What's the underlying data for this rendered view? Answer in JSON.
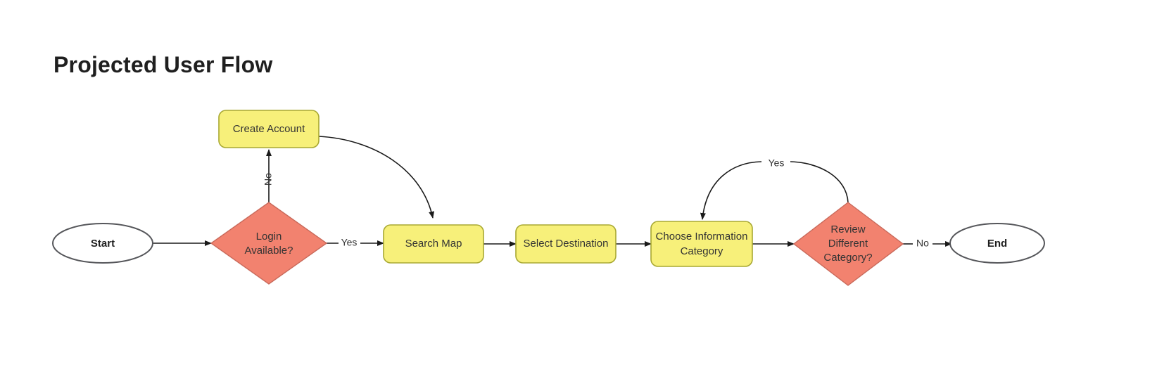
{
  "title": "Projected User Flow",
  "theme": {
    "background": "#ffffff",
    "process_fill": "#f7f07a",
    "process_stroke": "#a8a832",
    "decision_fill": "#f2826f",
    "decision_stroke": "#c96a5b",
    "terminal_fill": "#ffffff",
    "terminal_stroke": "#55565a",
    "edge_color": "#1a1a1a",
    "label_color": "#333333",
    "title_color": "#1f1f1f"
  },
  "nodes": [
    {
      "id": "start",
      "label": "Start",
      "type": "terminal"
    },
    {
      "id": "login",
      "label_line1": "Login",
      "label_line2": "Available?",
      "type": "decision"
    },
    {
      "id": "create",
      "label": "Create Account",
      "type": "process"
    },
    {
      "id": "search",
      "label": "Search Map",
      "type": "process"
    },
    {
      "id": "destination",
      "label": "Select Destination",
      "type": "process"
    },
    {
      "id": "category",
      "label_line1": "Choose Information",
      "label_line2": "Category",
      "type": "process"
    },
    {
      "id": "review",
      "label_line1": "Review",
      "label_line2": "Different",
      "label_line3": "Category?",
      "type": "decision"
    },
    {
      "id": "end",
      "label": "End",
      "type": "terminal"
    }
  ],
  "edges": [
    {
      "from": "start",
      "to": "login",
      "label": ""
    },
    {
      "from": "login",
      "to": "create",
      "label": "No"
    },
    {
      "from": "login",
      "to": "search",
      "label": "Yes"
    },
    {
      "from": "create",
      "to": "search",
      "label": ""
    },
    {
      "from": "search",
      "to": "destination",
      "label": ""
    },
    {
      "from": "destination",
      "to": "category",
      "label": ""
    },
    {
      "from": "category",
      "to": "review",
      "label": ""
    },
    {
      "from": "review",
      "to": "category",
      "label": "Yes"
    },
    {
      "from": "review",
      "to": "end",
      "label": "No"
    }
  ],
  "edge_labels": {
    "login_no": "No",
    "login_yes": "Yes",
    "review_yes": "Yes",
    "review_no": "No"
  }
}
